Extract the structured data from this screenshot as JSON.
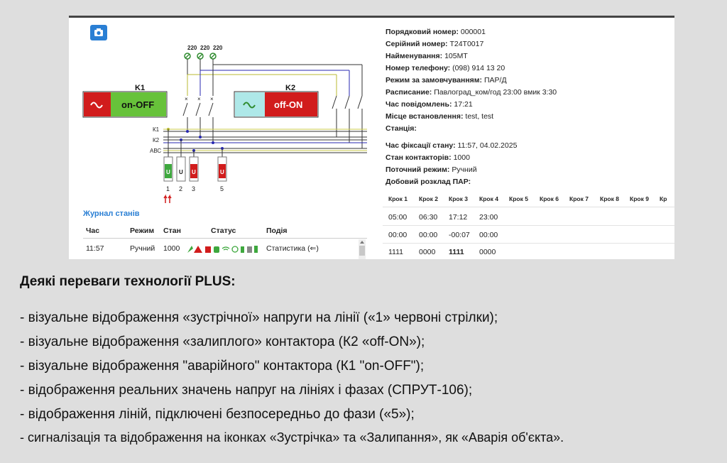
{
  "schema": {
    "voltage_labels": [
      "220",
      "220",
      "220"
    ],
    "k1": {
      "name": "K1",
      "state": "on-OFF"
    },
    "k2": {
      "name": "K2",
      "state": "off-ON"
    },
    "line_labels": [
      "К1",
      "К2",
      "АВС"
    ],
    "fuses": [
      {
        "letter": "U",
        "number": "1"
      },
      {
        "letter": "U",
        "number": "2"
      },
      {
        "letter": "U",
        "number": "3"
      },
      {
        "letter": "U",
        "number": "5"
      }
    ]
  },
  "log": {
    "title": "Журнал станів",
    "columns": [
      "Час",
      "Режим",
      "Стан",
      "Статус",
      "Подія"
    ],
    "rows": [
      {
        "time": "11:57",
        "mode": "Ручний",
        "state": "1000",
        "event": "Статистика (⇐)"
      }
    ]
  },
  "info": [
    {
      "label": "Порядковий номер:",
      "value": "000001"
    },
    {
      "label": "Серійний номер:",
      "value": "T24T0017"
    },
    {
      "label": "Найменування:",
      "value": "105МТ"
    },
    {
      "label": "Номер телефону:",
      "value": "(098) 914 13 20"
    },
    {
      "label": "Режим за замовчуванням:",
      "value": "ПАР/Д"
    },
    {
      "label": "Расписание:",
      "value": "Павлоград_ком/год 23:00 вмик 3:30"
    },
    {
      "label": "Час повідомлень:",
      "value": "17:21"
    },
    {
      "label": "Місце встановлення:",
      "value": "test, test"
    },
    {
      "label": "Станція:",
      "value": ""
    },
    {
      "label": "Час фіксації стану:",
      "value": "11:57, 04.02.2025"
    },
    {
      "label": "Стан контакторів:",
      "value": "1000"
    },
    {
      "label": "Поточний режим:",
      "value": "Ручний"
    },
    {
      "label": "Добовий розклад ПАР:",
      "value": ""
    }
  ],
  "steps": {
    "headers": [
      "Крок 1",
      "Крок 2",
      "Крок 3",
      "Крок 4",
      "Крок 5",
      "Крок 6",
      "Крок 7",
      "Крок 8",
      "Крок 9",
      "Кр"
    ],
    "rows": [
      [
        "05:00",
        "06:30",
        "17:12",
        "23:00"
      ],
      [
        "00:00",
        "00:00",
        "-00:07",
        "00:00"
      ],
      [
        "1111",
        "0000",
        "1111",
        "0000"
      ]
    ]
  },
  "text": {
    "heading": "Деякі переваги технології PLUS:",
    "lines": [
      "- візуальне відображення «зустрічної» напруги на лінії («1» червоні стрілки);",
      "- візуальне відображення «залиплого» контактора (К2 «off-ON»);",
      "- візуальне відображення \"аварійного\" контактора (К1 \"on-OFF\");",
      "- відображення реальних значень напруг на лініях і фазах (СПРУТ-106);",
      "- відображення ліній, підключені безпосередньо до фази («5»);",
      "- сигналізація та відображення на іконках «Зустрічка» та «Залипання», як «Аварія об'єкта»."
    ]
  }
}
